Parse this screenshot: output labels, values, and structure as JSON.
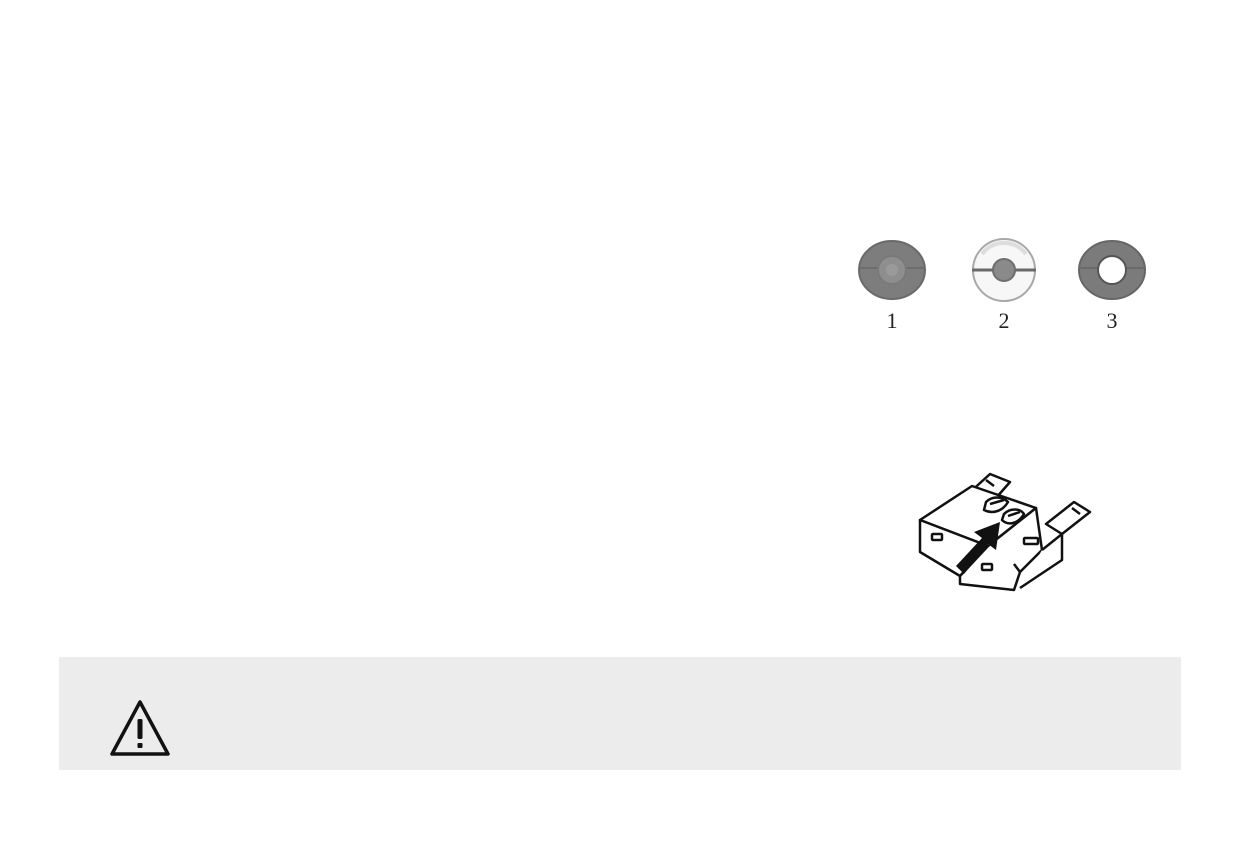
{
  "indicators": {
    "items": [
      {
        "label": "1",
        "state": "dark-green",
        "ring_color": "#7c7c7c",
        "center_color": "#8d8d8d"
      },
      {
        "label": "2",
        "state": "white",
        "ring_color": "#f2f2f2",
        "center_color": "#8a8a8a"
      },
      {
        "label": "3",
        "state": "clear",
        "ring_color": "#7a7a7a",
        "center_color": "#ffffff"
      }
    ]
  },
  "fuse_figure": {
    "icon": "blade-fuse-icon"
  },
  "warning": {
    "icon": "warning-triangle-icon",
    "background": "#ececec"
  }
}
